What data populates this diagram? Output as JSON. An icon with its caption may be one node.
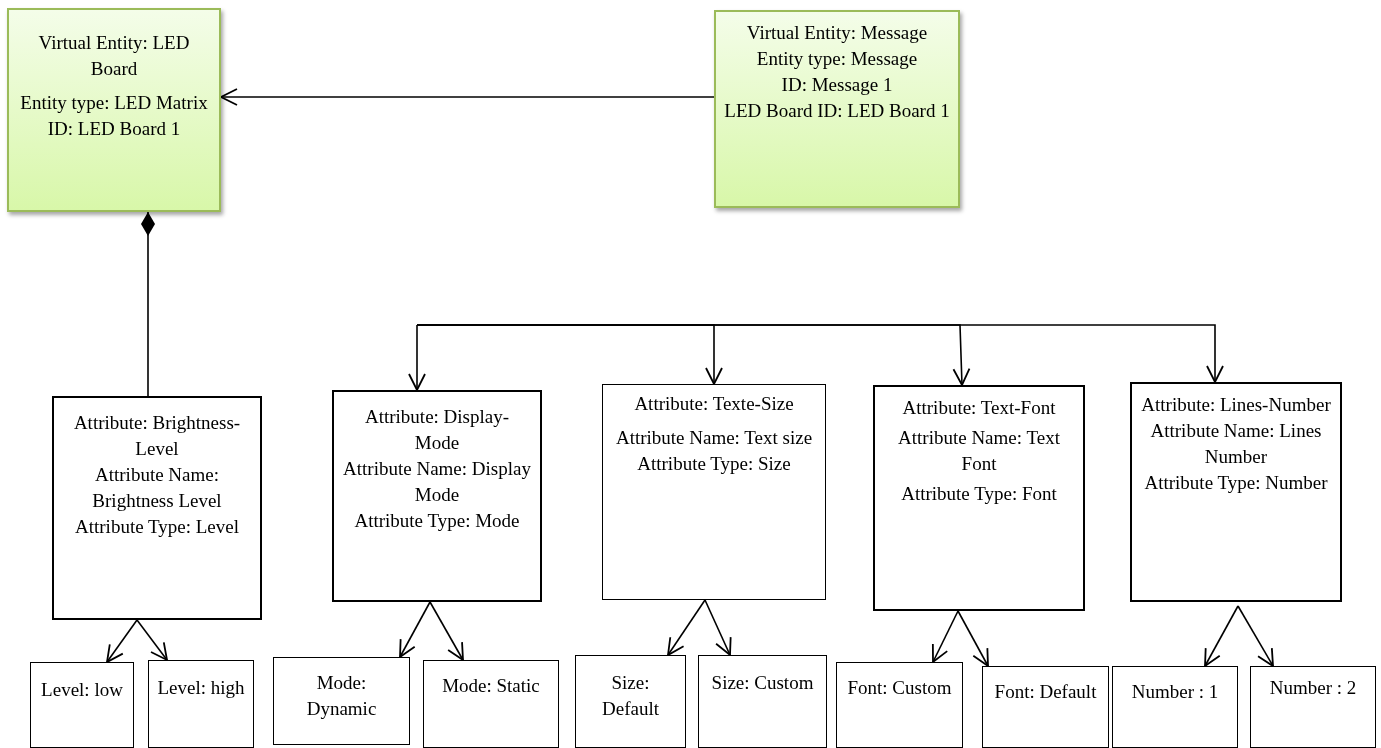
{
  "diagram": {
    "nodes": [
      {
        "text": [
          "Virtual Entity: LED Board",
          "Entity type: LED Matrix",
          "ID: LED Board 1"
        ]
      },
      {
        "text": [
          "Virtual Entity: Message",
          "Entity type: Message",
          "ID: Message 1",
          "LED Board ID: LED Board 1"
        ]
      },
      {
        "text": [
          "Attribute: Brightness-Level",
          "Attribute Name: Brightness Level",
          "Attribute Type: Level"
        ]
      },
      {
        "text": [
          "Attribute: Display- Mode",
          "Attribute Name: Display Mode",
          "Attribute Type: Mode"
        ]
      },
      {
        "text": [
          "Attribute: Texte-Size",
          "Attribute Name: Text size",
          "Attribute Type: Size"
        ]
      },
      {
        "text": [
          "Attribute: Text-Font",
          "Attribute Name: Text Font",
          "Attribute Type: Font"
        ]
      },
      {
        "text": [
          "Attribute: Lines-Number",
          "Attribute Name: Lines Number",
          "Attribute Type: Number"
        ]
      },
      {
        "text": [
          "Level: low"
        ]
      },
      {
        "text": [
          "Level: high"
        ]
      },
      {
        "text": [
          "Mode: Dynamic"
        ]
      },
      {
        "text": [
          "Mode: Static"
        ]
      },
      {
        "text": [
          "Size: Default"
        ]
      },
      {
        "text": [
          "Size: Custom"
        ]
      },
      {
        "text": [
          "Font: Custom"
        ]
      },
      {
        "text": [
          "Font: Default"
        ]
      },
      {
        "text": [
          "Number : 1"
        ]
      },
      {
        "text": [
          "Number : 2"
        ]
      }
    ],
    "edges": [
      {
        "from": 1,
        "to": 0,
        "arrow": "to"
      },
      {
        "from": 0,
        "to": 2,
        "arrow": "other"
      },
      {
        "from": null,
        "to": 3,
        "arrow": "to"
      },
      {
        "from": null,
        "to": 4,
        "arrow": "to"
      },
      {
        "from": null,
        "to": 5,
        "arrow": "to"
      },
      {
        "from": null,
        "to": 6,
        "arrow": "to"
      },
      {
        "from": 2,
        "to": 7,
        "arrow": "to"
      },
      {
        "from": 2,
        "to": 8,
        "arrow": "to"
      },
      {
        "from": 3,
        "to": 9,
        "arrow": "to"
      },
      {
        "from": 3,
        "to": 10,
        "arrow": "to"
      },
      {
        "from": 4,
        "to": 11,
        "arrow": "to"
      },
      {
        "from": 4,
        "to": 12,
        "arrow": "to"
      },
      {
        "from": 5,
        "to": 13,
        "arrow": "to"
      },
      {
        "from": 5,
        "to": 14,
        "arrow": "to"
      },
      {
        "from": 6,
        "to": 15,
        "arrow": "to"
      },
      {
        "from": 6,
        "to": 16,
        "arrow": "to"
      }
    ]
  }
}
